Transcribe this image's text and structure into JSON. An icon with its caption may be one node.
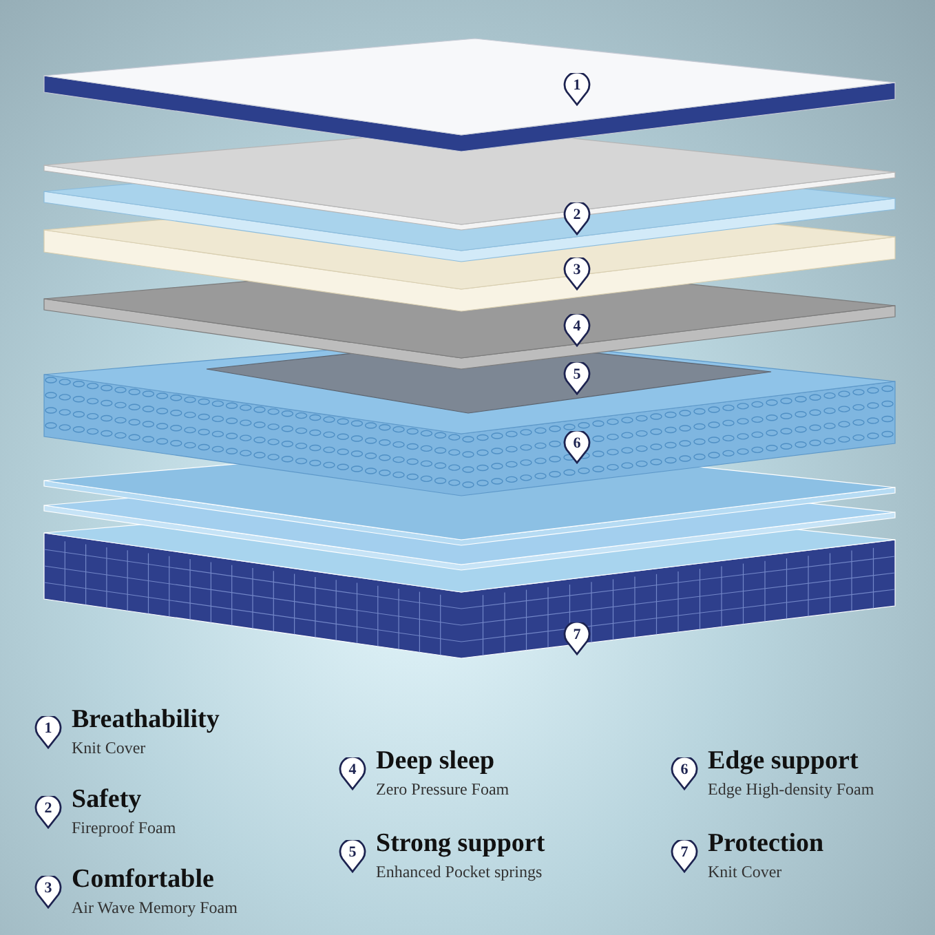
{
  "diagram": {
    "labels": [
      "1",
      "2",
      "3",
      "4",
      "5",
      "6",
      "7",
      "1",
      "Breathability",
      "Knit Cover",
      "2",
      "Safety",
      "Fireproof Foam",
      "3",
      "Comfortable",
      "Air Wave Memory Foam",
      "4",
      "Deep sleep",
      "Zero Pressure Foam",
      "5",
      "Strong support",
      "Enhanced Pocket springs",
      "6",
      "Edge support",
      "Edge High-density Foam",
      "7",
      "Protection",
      "Knit Cover"
    ]
  }
}
